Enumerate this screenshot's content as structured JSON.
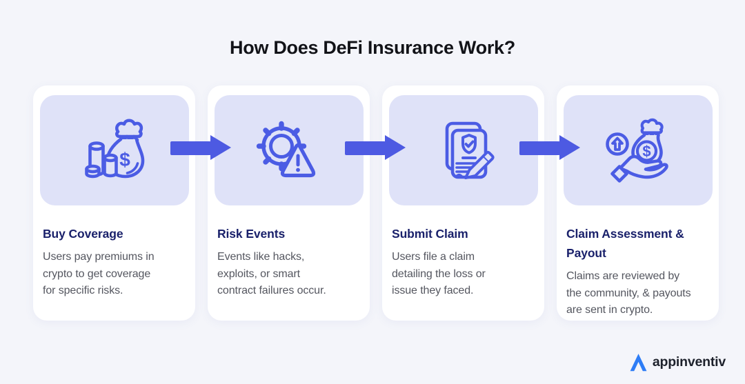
{
  "page": {
    "title": "How Does DeFi Insurance Work?"
  },
  "colors": {
    "background": "#f4f5fa",
    "card_background": "#ffffff",
    "icon_panel_background": "#dfe2f8",
    "arrow_accent": "#4d5ae2",
    "icon_stroke": "#4b5ce4",
    "step_title": "#1a216b",
    "step_description": "#54565f",
    "page_title": "#121318",
    "brand_blue": "#2e7df6"
  },
  "steps": [
    {
      "title": "Buy Coverage",
      "description": "Users pay premiums in\ncrypto to get coverage\nfor specific risks.",
      "icon": "money-bag-coins-icon"
    },
    {
      "title": "Risk Events",
      "description": "Events like hacks,\nexploits, or smart\ncontract failures occur.",
      "icon": "gear-warning-icon"
    },
    {
      "title": "Submit Claim",
      "description": "Users file a claim\ndetailing the loss or\nissue they faced.",
      "icon": "claim-document-pen-icon"
    },
    {
      "title": "Claim Assessment &\nPayout",
      "description": "Claims are reviewed by\nthe community, & payouts\nare sent in crypto.",
      "icon": "hand-money-payout-icon"
    }
  ],
  "brand": {
    "name": "appinventiv"
  }
}
